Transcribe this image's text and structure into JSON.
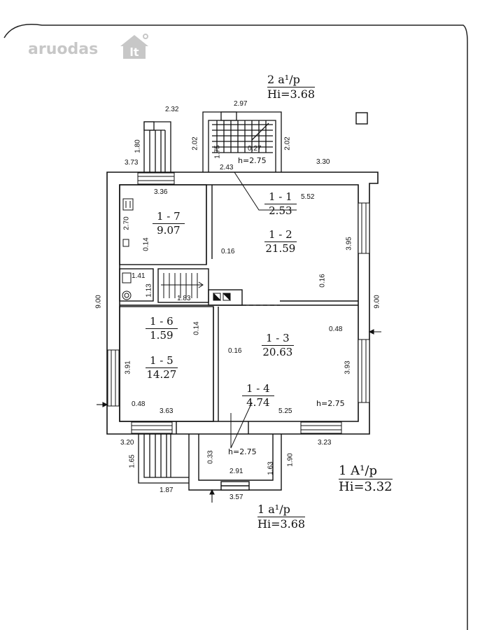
{
  "watermark": {
    "text": "aruodas",
    "tld": "lt"
  },
  "floor_labels": {
    "upper": {
      "line1": "2 a¹/p",
      "line2": "Hi=3.68"
    },
    "right": {
      "line1": "1 A¹/p",
      "line2": "Hi=3.32"
    },
    "bottom": {
      "line1": "1 a¹/p",
      "line2": "Hi=3.68"
    }
  },
  "rooms": [
    {
      "id": "1 - 1",
      "area": "2.53"
    },
    {
      "id": "1 - 2",
      "area": "21.59"
    },
    {
      "id": "1 - 3",
      "area": "20.63"
    },
    {
      "id": "1 - 4",
      "area": "4.74"
    },
    {
      "id": "1 - 5",
      "area": "14.27"
    },
    {
      "id": "1 - 6",
      "area": "1.59"
    },
    {
      "id": "1 - 7",
      "area": "9.07"
    }
  ],
  "heights": {
    "top_porch": "h=2.75",
    "main": "h=2.75",
    "bottom_porch": "h=2.75"
  },
  "dimensions": {
    "top_left_porch_width": "2.32",
    "top_stair_width": "2.97",
    "top_left_porch_depth": "1.80",
    "top_left_porch_offset": "3.73",
    "top_stair_depth": "2.02",
    "top_stair_inner": "1.75",
    "top_stair_landing": "0.27",
    "top_stair_right": "2.02",
    "top_stair_corner": "2.43",
    "top_right": "3.30",
    "room7_width": "3.36",
    "room7_depth": "2.70",
    "room7_wall": "0.14",
    "hall_wall": "0.16",
    "room1_width": "5.52",
    "room2_depth": "3.95",
    "room2_wall": "0.16",
    "room6_width": "1.41",
    "room6_depth": "1.13",
    "stair_width": "1.83",
    "room6_wall": "0.14",
    "room5_wall": "0.16",
    "room3_offset": "0.48",
    "room5_depth": "3.91",
    "room3_depth": "3.93",
    "room5_offset": "0.48",
    "room5_width": "3.63",
    "room4_width": "5.25",
    "left_total": "9.00",
    "right_total": "9.00",
    "bottom_left": "3.20",
    "bottom_right": "3.23",
    "bottom_porch_depth": "1.65",
    "bottom_porch_width": "1.87",
    "bottom_porch_wall": "0.33",
    "bottom_porch_inner": "2.91",
    "bottom_porch_side": "1.63",
    "bottom_porch_right": "1.90",
    "bottom_porch_total": "3.57"
  }
}
